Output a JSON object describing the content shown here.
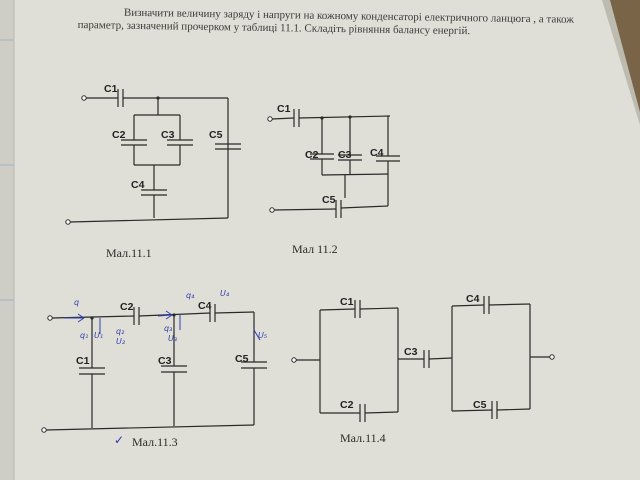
{
  "document": {
    "instruction": "Визначити величину заряду і напруги на кожному конденсаторі електричного ланцюга , а також параметр, зазначений прочерком у таблиці 11.1. Складіть рівняння балансу енергій."
  },
  "figures": {
    "fig1": {
      "caption": "Мал.11.1",
      "labels": [
        "C1",
        "C2",
        "C3",
        "C5",
        "C4"
      ]
    },
    "fig2": {
      "caption": "Мал 11.2",
      "labels": [
        "C1",
        "C2",
        "C3",
        "C4",
        "C5"
      ]
    },
    "fig3": {
      "caption": "Мал.11.3",
      "labels": [
        "C2",
        "C4",
        "C1",
        "C3",
        "C5"
      ],
      "check_mark": "✓",
      "hand_notes": [
        "q",
        "q₁",
        "U₁",
        "q₂",
        "U₂",
        "q₃",
        "U₃",
        "q₄",
        "U₄",
        "U₅"
      ]
    },
    "fig4": {
      "caption": "Мал.11.4",
      "labels": [
        "C1",
        "C2",
        "C3",
        "C4",
        "C5"
      ]
    }
  },
  "colors": {
    "ink": "#222222",
    "pen": "#3340b0",
    "paper": "#e4e3dc"
  }
}
